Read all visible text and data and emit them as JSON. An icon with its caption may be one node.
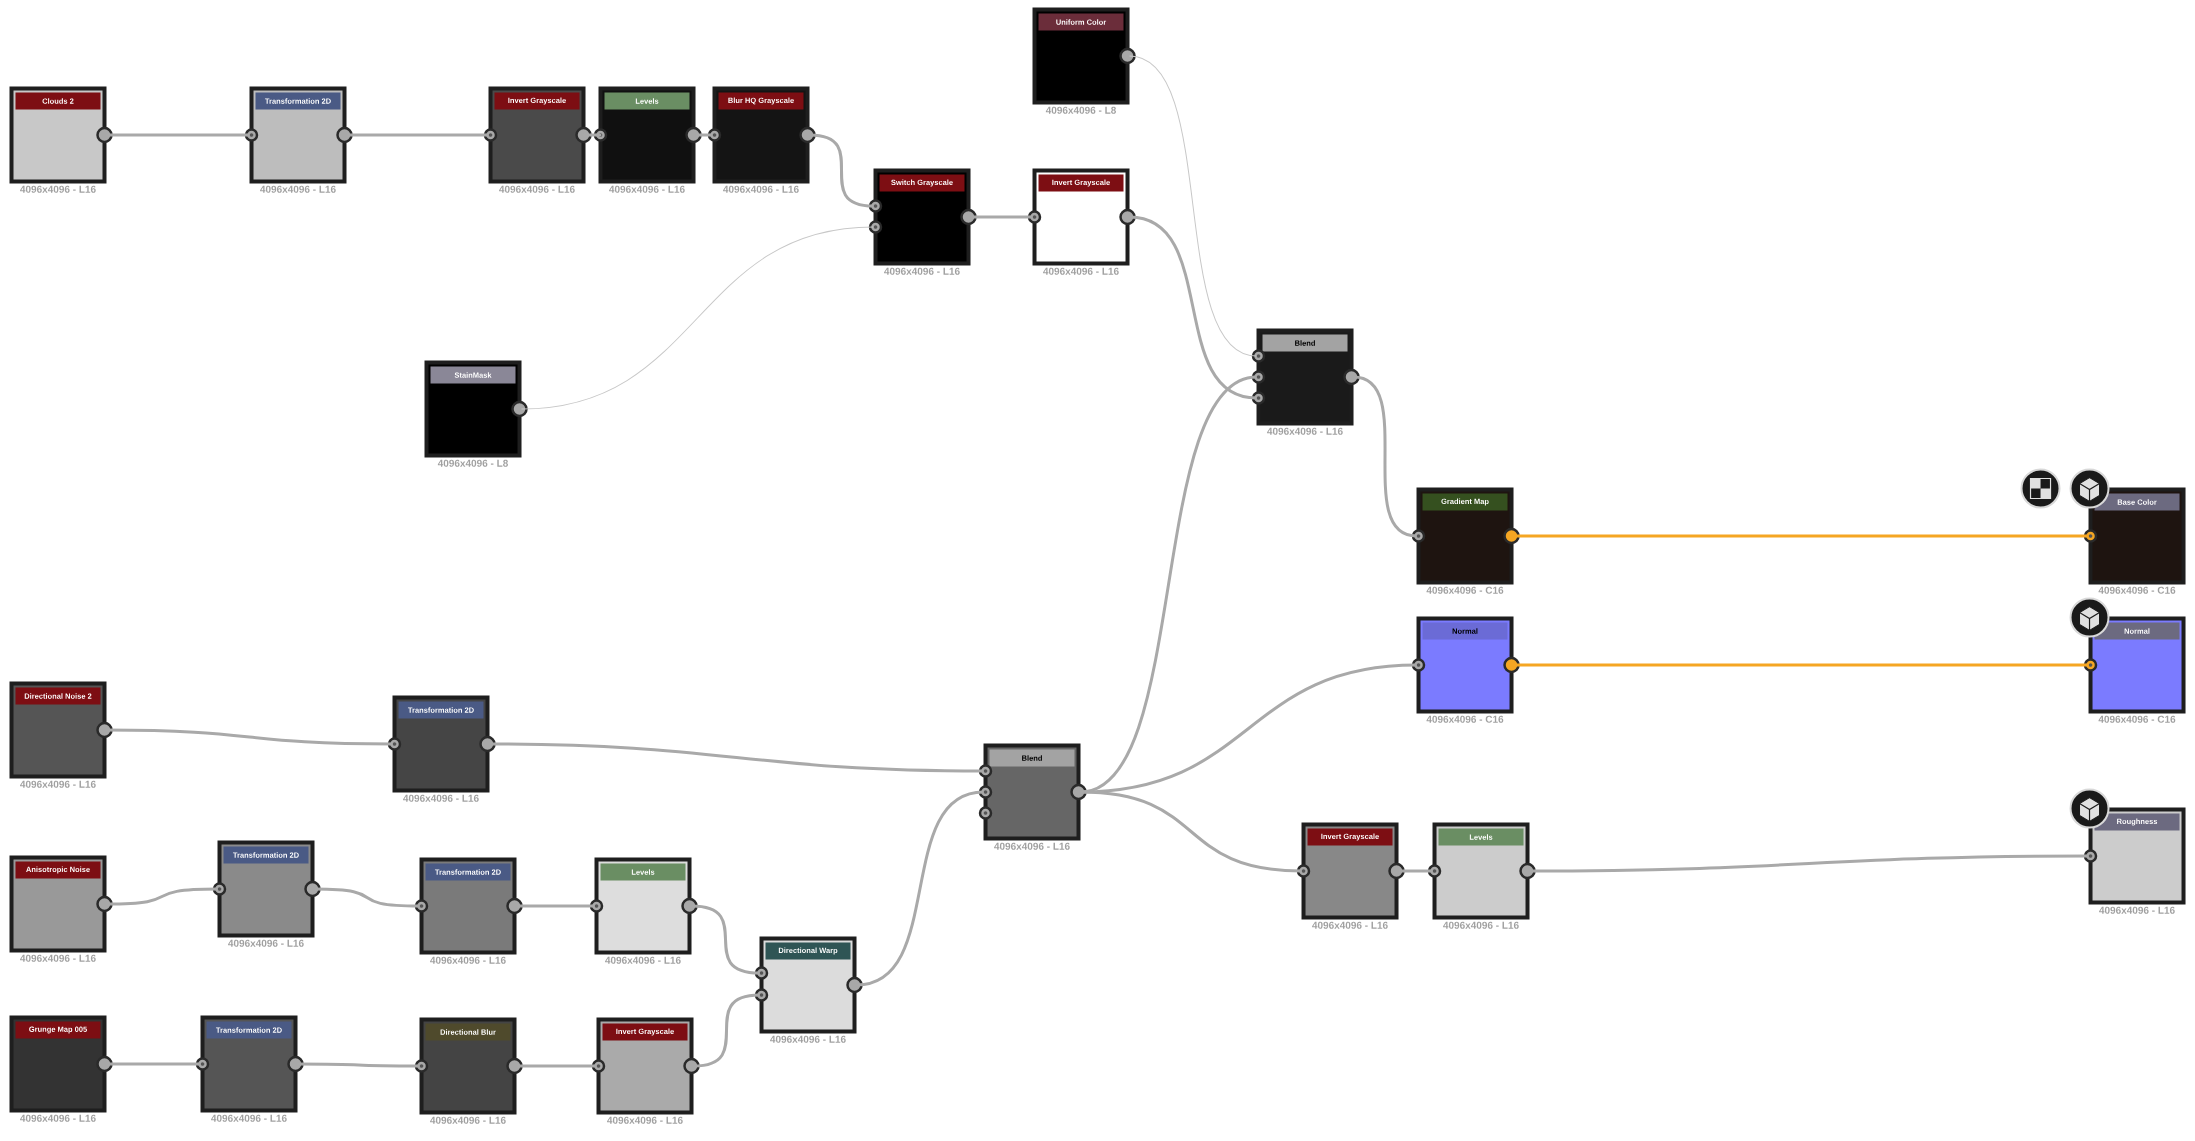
{
  "diagram": {
    "nodes": [
      {
        "text": [
          "Clouds 2"
        ],
        "beside": [
          "4096x4096 - L16"
        ]
      },
      {
        "text": [
          "Transformation 2D"
        ],
        "beside": [
          "4096x4096 - L16"
        ]
      },
      {
        "text": [
          "Invert Grayscale"
        ],
        "beside": [
          "4096x4096 - L16"
        ]
      },
      {
        "text": [
          "Levels"
        ],
        "beside": [
          "4096x4096 - L16"
        ]
      },
      {
        "text": [
          "Blur HQ Grayscale"
        ],
        "beside": [
          "4096x4096 - L16"
        ]
      },
      {
        "text": [
          "Switch Grayscale"
        ],
        "beside": [
          "4096x4096 - L16"
        ]
      },
      {
        "text": [
          "Uniform Color"
        ],
        "beside": [
          "4096x4096 - L8"
        ]
      },
      {
        "text": [
          "Invert Grayscale"
        ],
        "beside": [
          "4096x4096 - L16"
        ]
      },
      {
        "text": [
          "StainMask"
        ],
        "beside": [
          "4096x4096 - L8"
        ]
      },
      {
        "text": [
          "Blend"
        ],
        "beside": [
          "4096x4096 - L16"
        ]
      },
      {
        "text": [
          "Directional Noise 2"
        ],
        "beside": [
          "4096x4096 - L16"
        ]
      },
      {
        "text": [
          "Transformation 2D"
        ],
        "beside": [
          "4096x4096 - L16"
        ]
      },
      {
        "text": [
          "Blend"
        ],
        "beside": [
          "4096x4096 - L16"
        ]
      },
      {
        "text": [
          "Anisotropic Noise"
        ],
        "beside": [
          "4096x4096 - L16"
        ]
      },
      {
        "text": [
          "Transformation 2D"
        ],
        "beside": [
          "4096x4096 - L16"
        ]
      },
      {
        "text": [
          "Transformation 2D"
        ],
        "beside": [
          "4096x4096 - L16"
        ]
      },
      {
        "text": [
          "Levels"
        ],
        "beside": [
          "4096x4096 - L16"
        ]
      },
      {
        "text": [
          "Directional Warp"
        ],
        "beside": [
          "4096x4096 - L16"
        ]
      },
      {
        "text": [
          "Grunge Map 005"
        ],
        "beside": [
          "4096x4096 - L16"
        ]
      },
      {
        "text": [
          "Transformation 2D"
        ],
        "beside": [
          "4096x4096 - L16"
        ]
      },
      {
        "text": [
          "Directional Blur"
        ],
        "beside": [
          "4096x4096 - L16"
        ]
      },
      {
        "text": [
          "Invert Grayscale"
        ],
        "beside": [
          "4096x4096 - L16"
        ]
      },
      {
        "text": [
          "Gradient Map"
        ],
        "beside": [
          "4096x4096 - C16"
        ]
      },
      {
        "text": [
          "Normal"
        ],
        "beside": [
          "4096x4096 - C16"
        ]
      },
      {
        "text": [
          "Base Color"
        ],
        "beside": [
          "4096x4096 - C16"
        ]
      },
      {
        "text": [
          "Normal"
        ],
        "beside": [
          "4096x4096 - C16"
        ]
      },
      {
        "text": [
          "Invert Grayscale"
        ],
        "beside": [
          "4096x4096 - L16"
        ]
      },
      {
        "text": [
          "Levels"
        ],
        "beside": [
          "4096x4096 - L16"
        ]
      },
      {
        "text": [
          "Roughness"
        ],
        "beside": [
          "4096x4096 - L16"
        ]
      }
    ],
    "edges": [
      {
        "from": 0,
        "to": 1,
        "arrow": "none"
      },
      {
        "from": 1,
        "to": 2,
        "arrow": "none"
      },
      {
        "from": 2,
        "to": 3,
        "arrow": "none"
      },
      {
        "from": 3,
        "to": 4,
        "arrow": "none"
      },
      {
        "from": 4,
        "to": 5,
        "arrow": "none"
      },
      {
        "from": 8,
        "to": 5,
        "arrow": "none",
        "color": "#c8c8c8"
      },
      {
        "from": 5,
        "to": 7,
        "arrow": "none"
      },
      {
        "from": 6,
        "to": 9,
        "arrow": "none",
        "color": "#c8c8c8"
      },
      {
        "from": 12,
        "to": 9,
        "arrow": "none"
      },
      {
        "from": 7,
        "to": 9,
        "arrow": "none"
      },
      {
        "from": 9,
        "to": 22,
        "arrow": "none"
      },
      {
        "from": 22,
        "to": 24,
        "arrow": "none",
        "color": "#f5a623"
      },
      {
        "from": 10,
        "to": 11,
        "arrow": "none"
      },
      {
        "from": 11,
        "to": 12,
        "arrow": "none"
      },
      {
        "from": 13,
        "to": 14,
        "arrow": "none"
      },
      {
        "from": 14,
        "to": 15,
        "arrow": "none"
      },
      {
        "from": 15,
        "to": 16,
        "arrow": "none"
      },
      {
        "from": 16,
        "to": 17,
        "arrow": "none"
      },
      {
        "from": 18,
        "to": 19,
        "arrow": "none"
      },
      {
        "from": 19,
        "to": 20,
        "arrow": "none"
      },
      {
        "from": 20,
        "to": 21,
        "arrow": "none"
      },
      {
        "from": 21,
        "to": 17,
        "arrow": "none"
      },
      {
        "from": 17,
        "to": 12,
        "arrow": "none"
      },
      {
        "from": 12,
        "to": 23,
        "arrow": "none"
      },
      {
        "from": 23,
        "to": 25,
        "arrow": "none",
        "color": "#f5a623"
      },
      {
        "from": 12,
        "to": 26,
        "arrow": "none"
      },
      {
        "from": 26,
        "to": 27,
        "arrow": "none"
      },
      {
        "from": 27,
        "to": 28,
        "arrow": "none"
      }
    ]
  }
}
